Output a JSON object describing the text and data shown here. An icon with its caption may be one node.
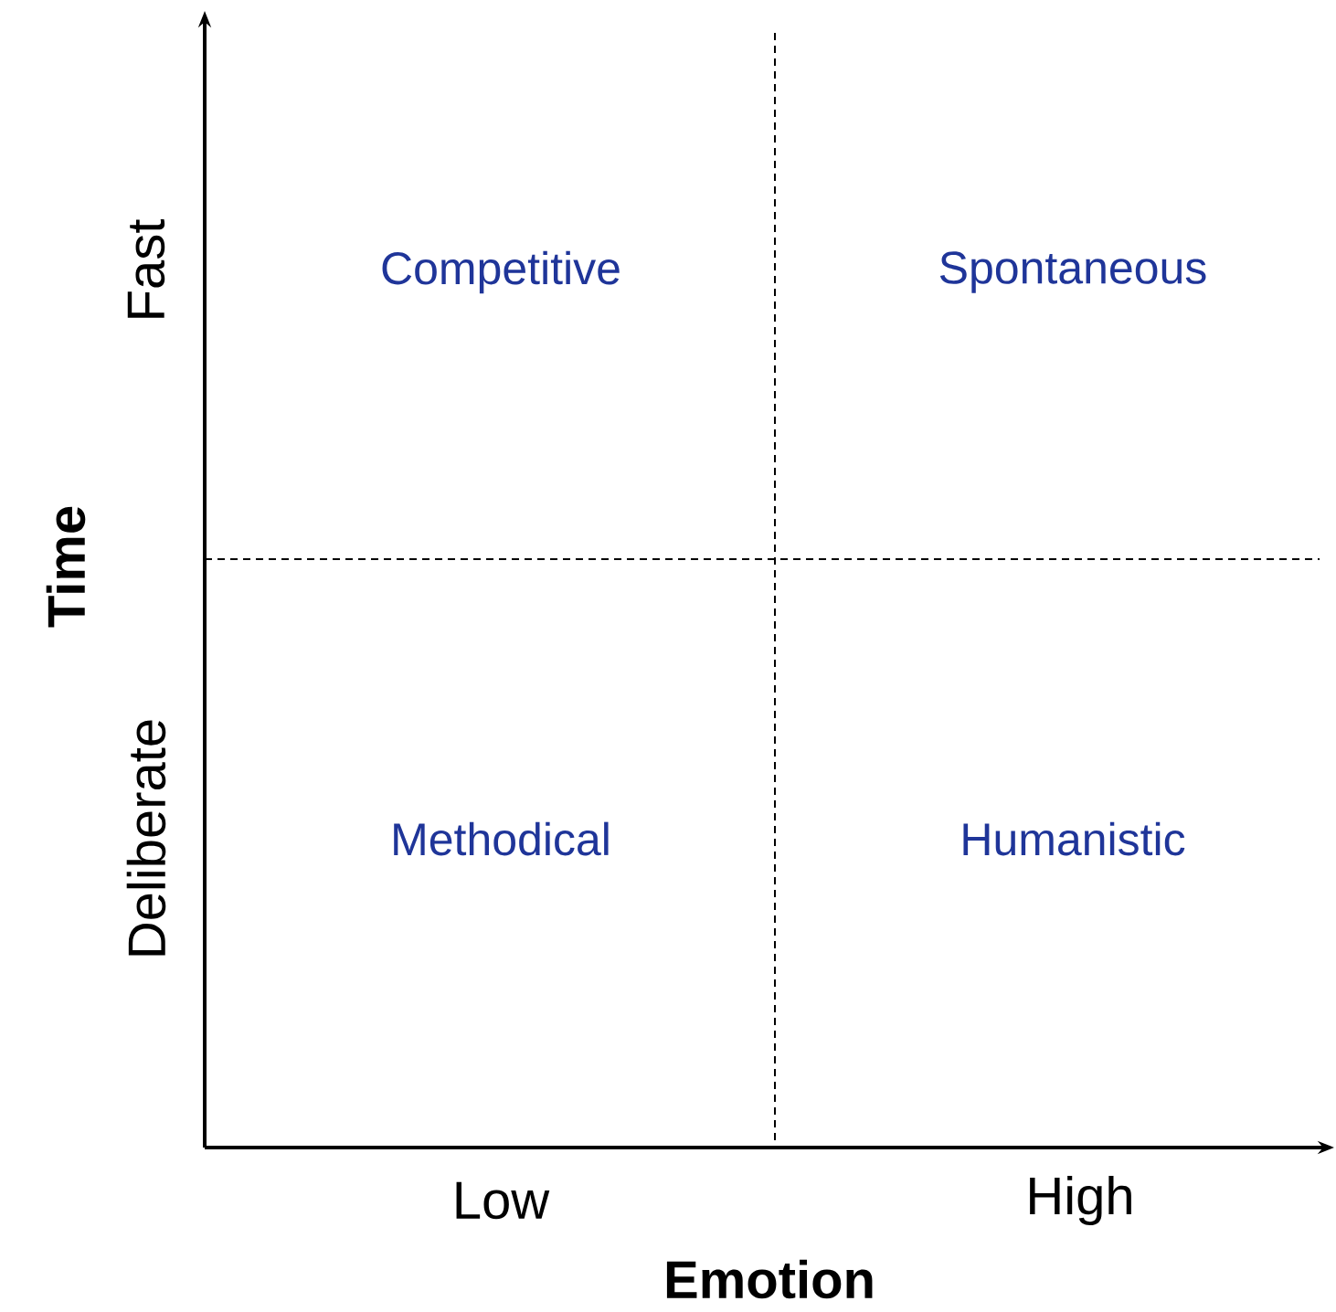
{
  "diagram": {
    "labels": [
      "Competitive",
      "Spontaneous",
      "Time",
      "Fast",
      "Deliberate",
      "Methodical",
      "Humanistic",
      "Low",
      "High",
      "Emotion"
    ]
  }
}
